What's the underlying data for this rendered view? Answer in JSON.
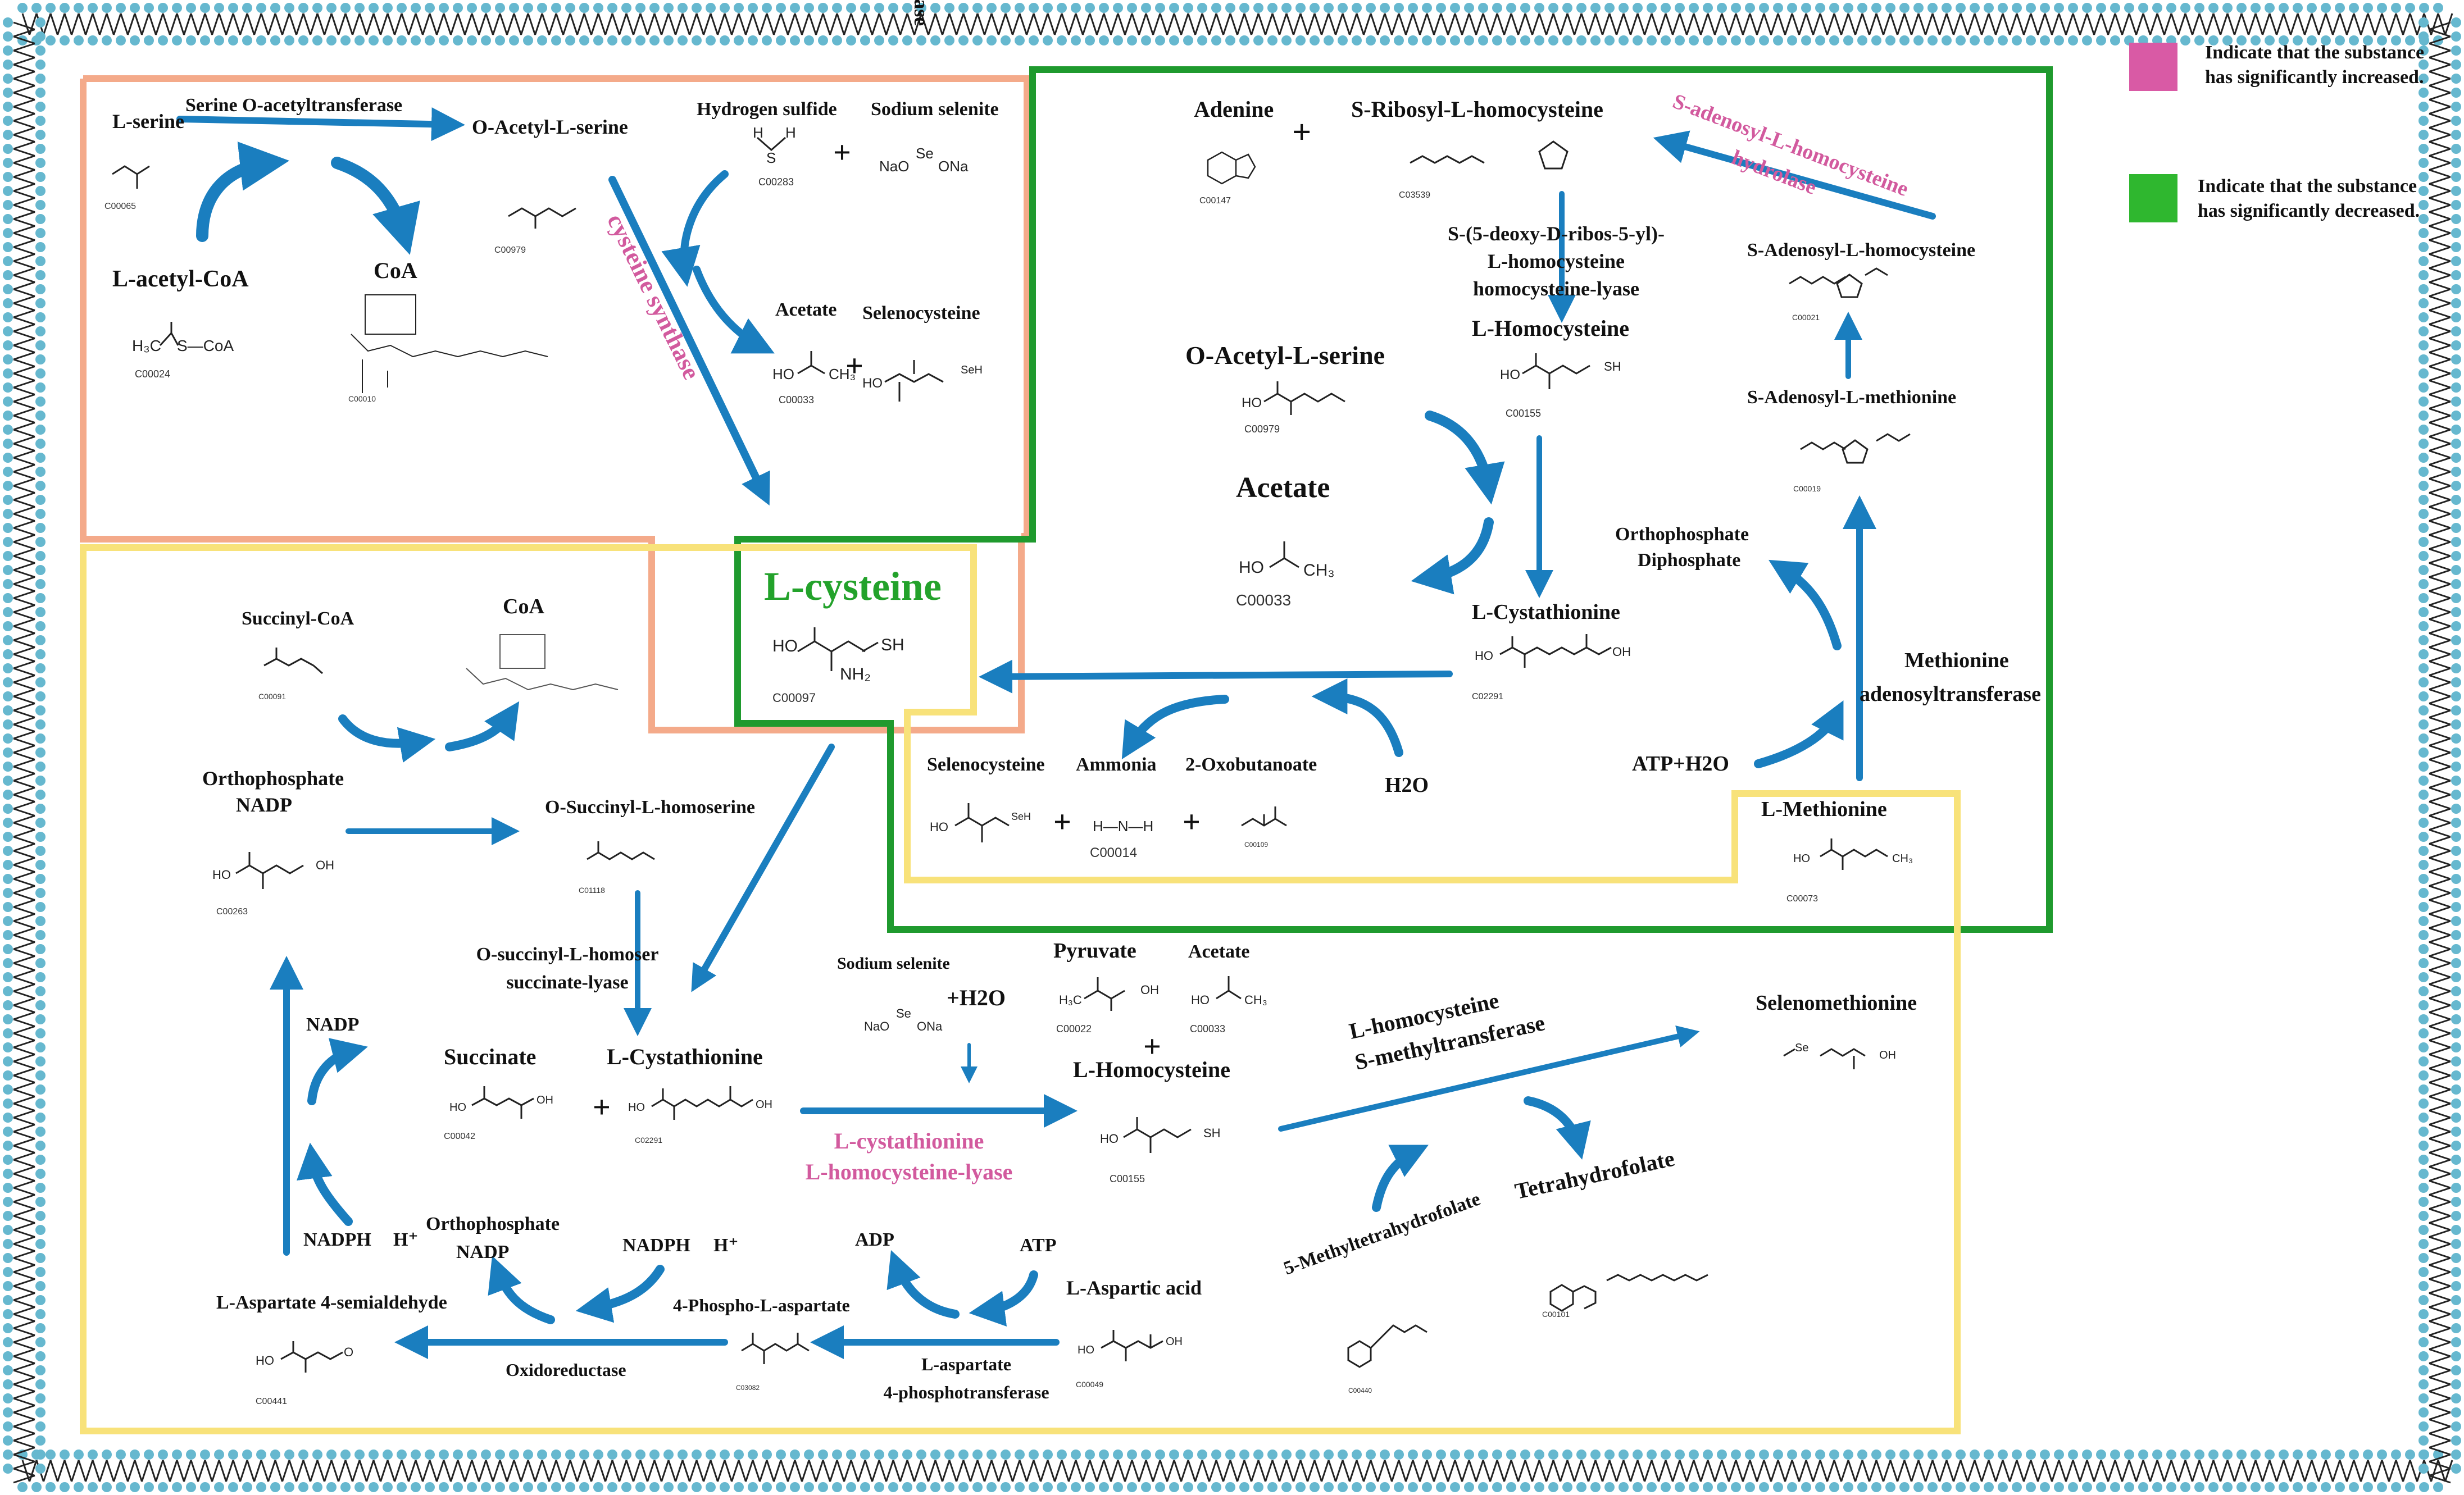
{
  "legend": {
    "increased_color": "#d95aa5",
    "increased_text": [
      "Indicate that the substance",
      "has significantly increased."
    ],
    "decreased_color": "#2fb72f",
    "decreased_text": [
      "Indicate that the substance",
      "has significantly decreased."
    ]
  },
  "colors": {
    "orange_box": "#f4aa8a",
    "green_box": "#1f9a2e",
    "yellow_box": "#f8e27a",
    "arrow": "#1a7ebf",
    "membrane": "#66b8cf"
  },
  "center": {
    "name": "L-cysteine",
    "code": "C00097"
  },
  "top_left": {
    "l_serine": "L-serine",
    "l_serine_code": "C00065",
    "enzyme_serine_acetyl": "Serine O-acetyltransferase",
    "o_acetyl_serine": "O-Acetyl-L-serine",
    "o_acetyl_serine_code": "C00979",
    "l_acetyl_coa": "L-acetyl-CoA",
    "acetyl_coa_code": "C00024",
    "coa": "CoA",
    "coa_code": "C00010",
    "hydrogen_sulfide": "Hydrogen sulfide",
    "hydrogen_sulfide_code": "C00283",
    "sodium_selenite": "Sodium selenite",
    "acetate": "Acetate",
    "acetate_code": "C00033",
    "selenocysteine": "Selenocysteine",
    "cysteine_synthase": "cysteine synthase"
  },
  "top_right": {
    "adenine": "Adenine",
    "adenine_code": "C00147",
    "s_ribosyl": "S-Ribosyl-L-homocysteine",
    "s_ribosyl_code": "C03539",
    "sah_hydrolase": [
      "S-adenosyl-L-homocysteine",
      "hydrolase"
    ],
    "enzyme_lyase": [
      "S-(5-deoxy-D-ribos-5-yl)-",
      "L-homocysteine",
      "homocysteine-lyase"
    ],
    "sah": "S-Adenosyl-L-homocysteine",
    "sah_code": "C00021",
    "l_homocysteine": "L-Homocysteine",
    "l_homocysteine_code": "C00155",
    "o_acetyl_serine": "O-Acetyl-L-serine",
    "o_acetyl_serine_code": "C00979",
    "sam": "S-Adenosyl-L-methionine",
    "sam_code": "C00019",
    "acetate": "Acetate",
    "acetate_code": "C00033",
    "orthophosphate": "Orthophosphate",
    "diphosphate": "Diphosphate",
    "l_cystathionine": "L-Cystathionine",
    "l_cystathionine_code": "C02291",
    "methionine_adenosyl": [
      "Methionine",
      "adenosyltransferase"
    ],
    "selenocysteine": "Selenocysteine",
    "ammonia": "Ammonia",
    "ammonia_code": "C00014",
    "oxobutanoate": "2-Oxobutanoate",
    "oxobutanoate_code": "C00109",
    "h2o": "H2O",
    "atp_h2o": "ATP+H2O",
    "l_methionine": "L-Methionine",
    "l_methionine_code": "C00073"
  },
  "bottom": {
    "succinyl_coa": "Succinyl-CoA",
    "succinyl_coa_code": "C00091",
    "coa": "CoA",
    "orthophosphate": "Orthophosphate",
    "nadp": "NADP",
    "homoserine_code": "C00263",
    "o_succinyl_homoserine": "O-Succinyl-L-homoserine",
    "o_succinyl_homoserine_code": "C01118",
    "asd_reductase": "Aspartate-semialdehyde reductase",
    "o_succinyl_lyase": [
      "O-succinyl-L-homoser",
      "succinate-lyase"
    ],
    "succinate": "Succinate",
    "succinate_code": "C00042",
    "l_cystathionine": "L-Cystathionine",
    "l_cystathionine_code": "C02291",
    "sodium_selenite": "Sodium selenite",
    "h2o": "+H2O",
    "pyruvate": "Pyruvate",
    "pyruvate_code": "C00022",
    "acetate": "Acetate",
    "acetate_code": "C00033",
    "l_homocysteine": "L-Homocysteine",
    "l_homocysteine_code": "C00155",
    "cystathionine_lyase": [
      "L-cystathionine",
      "L-homocysteine-lyase"
    ],
    "homocysteine_methyl": [
      "L-homocysteine",
      "S-methyltransferase"
    ],
    "selenomethionine": "Selenomethionine",
    "methyl_thf": "5-Methyltetrahydrofolate",
    "methyl_thf_code": "C00440",
    "thf": "Tetrahydrofolate",
    "thf_code": "C00101",
    "nadp2": "NADP",
    "nadph": "NADPH",
    "h_plus": "H⁺",
    "orthophosphate2": "Orthophosphate",
    "nadp3": "NADP",
    "nadph2": "NADPH",
    "h_plus2": "H⁺",
    "adp": "ADP",
    "atp": "ATP",
    "l_aspartate_semialdehyde": "L-Aspartate 4-semialdehyde",
    "asa_code": "C00441",
    "phospho_aspartate": "4-Phospho-L-aspartate",
    "phospho_aspartate_code": "C03082",
    "l_aspartic": "L-Aspartic acid",
    "l_aspartic_code": "C00049",
    "oxidoreductase": "Oxidoreductase",
    "aspartate_kinase": [
      "L-aspartate",
      "4-phosphotransferase"
    ]
  }
}
